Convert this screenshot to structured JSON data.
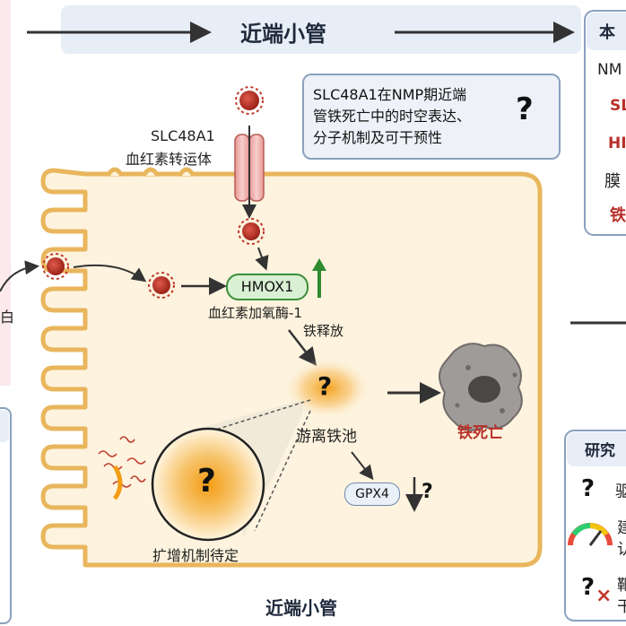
{
  "header": {
    "title": "近端小管"
  },
  "footer": {
    "title": "近端小管"
  },
  "transporter": {
    "name": "SLC48A1",
    "desc": "血红素转运体"
  },
  "question_box": {
    "lines": [
      "SLC48A1在NMP期近端",
      "管铁死亡中的时空表达、",
      "分子机制及可干预性"
    ],
    "mark": "?"
  },
  "hmox": {
    "label": "HMOX1",
    "desc": "血红素加氧酶-1",
    "release": "铁释放"
  },
  "pool": {
    "label": "游离铁池",
    "mark": "?"
  },
  "death": {
    "label": "铁死亡"
  },
  "gpx": {
    "label": "GPX4",
    "mark": "?"
  },
  "zoom": {
    "label": "扩增机制待定",
    "mark": "?"
  },
  "left_partial": {
    "text": "白"
  },
  "right_top_box": {
    "title": "本",
    "items": [
      {
        "text": "NM",
        "color": "#222222"
      },
      {
        "text": "SL",
        "color": "#b8302a"
      },
      {
        "text": "HI",
        "color": "#b8302a"
      },
      {
        "text": "膜",
        "color": "#222222"
      },
      {
        "text": "铁",
        "color": "#b8302a"
      }
    ]
  },
  "right_bottom_box": {
    "title": "研究",
    "rows": [
      {
        "icon": "question-icon",
        "glyph": "?",
        "text": "驱"
      },
      {
        "icon": "gauge-icon",
        "text1": "建",
        "text2": "认"
      },
      {
        "icon": "question-cross-icon",
        "glyph": "?",
        "cross": "×",
        "text1": "靶",
        "text2": "干"
      }
    ]
  },
  "colors": {
    "banner": "#e8eef7",
    "cell_fill": "#fdf3de",
    "cell_stroke": "#e9b65d",
    "heme": "#c0392b",
    "channel": "#f2b8b5",
    "hmox_fill": "#d9f0d3",
    "hmox_stroke": "#3a8f3a",
    "up_arrow": "#2e8b2e",
    "pool": "#f5a623",
    "death_text": "#b8302a"
  }
}
